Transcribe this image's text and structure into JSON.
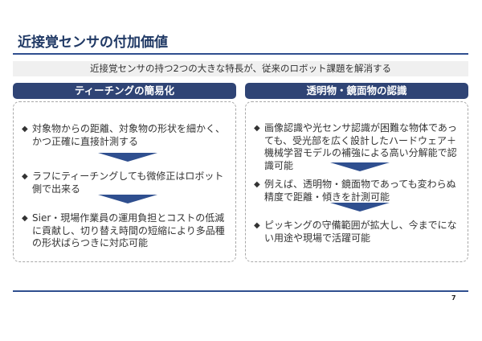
{
  "slide": {
    "title": "近接覚センサの付加価値",
    "subtitle": "近接覚センサの持つ2つの大きな特長が、従来のロボット課題を解消する",
    "page_number": "7",
    "accent_color": "#2f4475",
    "rule_color": "#2f4f8f"
  },
  "columns": [
    {
      "header": "ティーチングの簡易化",
      "bullet": "◆",
      "items": [
        "対象物からの距離、対象物の形状を細かく、かつ正確に直接計測する",
        "ラフにティーチングしても微修正はロボット側で出来る",
        "Sier・現場作業員の運用負担とコストの低減に貢献し、切り替え時間の短縮により多品種の形状ばらつきに対応可能"
      ]
    },
    {
      "header": "透明物・鏡面物の認識",
      "bullet": "◆",
      "items": [
        "画像認識や光センサ認識が困難な物体であっても、受光部を広く設計したハードウェア＋機械学習モデルの補強による高い分解能で認識可能",
        "例えば、透明物・鏡面物であっても変わらぬ精度で距離・傾きを計測可能",
        "ピッキングの守備範囲が拡大し、今までにない用途や現場で活躍可能"
      ]
    }
  ]
}
